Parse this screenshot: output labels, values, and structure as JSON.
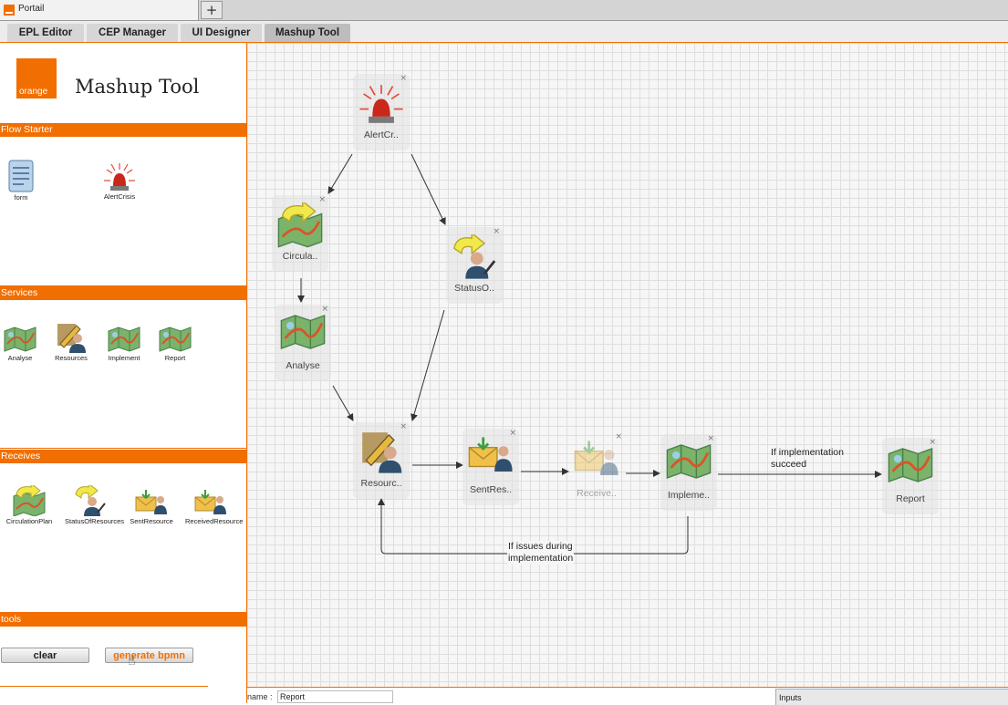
{
  "browser": {
    "tab_title": "Portail",
    "new_tab_symbol": "+"
  },
  "app_tabs": [
    {
      "label": "EPL Editor"
    },
    {
      "label": "CEP Manager"
    },
    {
      "label": "UI Designer"
    },
    {
      "label": "Mashup Tool",
      "active": true
    }
  ],
  "brand": {
    "logo_text": "orange",
    "title": "Mashup Tool",
    "color": "#f16e00"
  },
  "sections": {
    "flow_starter": {
      "title": "Flow Starter",
      "items": [
        {
          "label": "form",
          "icon": "form-icon"
        },
        {
          "label": "AlertCrisis",
          "icon": "alarm-light-icon"
        }
      ]
    },
    "services": {
      "title": "Services",
      "items": [
        {
          "label": "Analyse",
          "icon": "map-icon"
        },
        {
          "label": "Resources",
          "icon": "person-pencil-icon"
        },
        {
          "label": "Implement",
          "icon": "map-icon"
        },
        {
          "label": "Report",
          "icon": "map-icon"
        }
      ]
    },
    "receives": {
      "title": "Receives",
      "items": [
        {
          "label": "CirculationPlan",
          "icon": "map-arrow-icon"
        },
        {
          "label": "StatusOfResources",
          "icon": "person-arrow-icon"
        },
        {
          "label": "SentResource",
          "icon": "envelope-person-icon"
        },
        {
          "label": "ReceivedResource",
          "icon": "envelope-person-icon"
        }
      ]
    },
    "tools": {
      "title": "tools",
      "clear_label": "clear",
      "generate_label": "generate bpmn"
    }
  },
  "canvas": {
    "nodes": [
      {
        "id": "alert",
        "label": "AlertCr..",
        "icon": "alarm-light-icon"
      },
      {
        "id": "circulation",
        "label": "Circula..",
        "icon": "map-arrow-icon"
      },
      {
        "id": "status",
        "label": "StatusO..",
        "icon": "person-arrow-icon"
      },
      {
        "id": "analyse",
        "label": "Analyse",
        "icon": "map-icon"
      },
      {
        "id": "resources",
        "label": "Resourc..",
        "icon": "person-pencil-icon"
      },
      {
        "id": "sentres",
        "label": "SentRes..",
        "icon": "envelope-person-icon"
      },
      {
        "id": "receive",
        "label": "Receive..",
        "icon": "envelope-person-icon",
        "faded": true
      },
      {
        "id": "implement",
        "label": "Impleme..",
        "icon": "map-icon"
      },
      {
        "id": "report",
        "label": "Report",
        "icon": "map-icon"
      }
    ],
    "edge_labels": {
      "succeed_line1": "If implementation",
      "succeed_line2": "succeed",
      "issues_line1": "If issues during",
      "issues_line2": "implementation"
    },
    "close_symbol": "×"
  },
  "bottom": {
    "name_label": "name :",
    "name_value": "Report",
    "inputs_label": "Inputs"
  }
}
